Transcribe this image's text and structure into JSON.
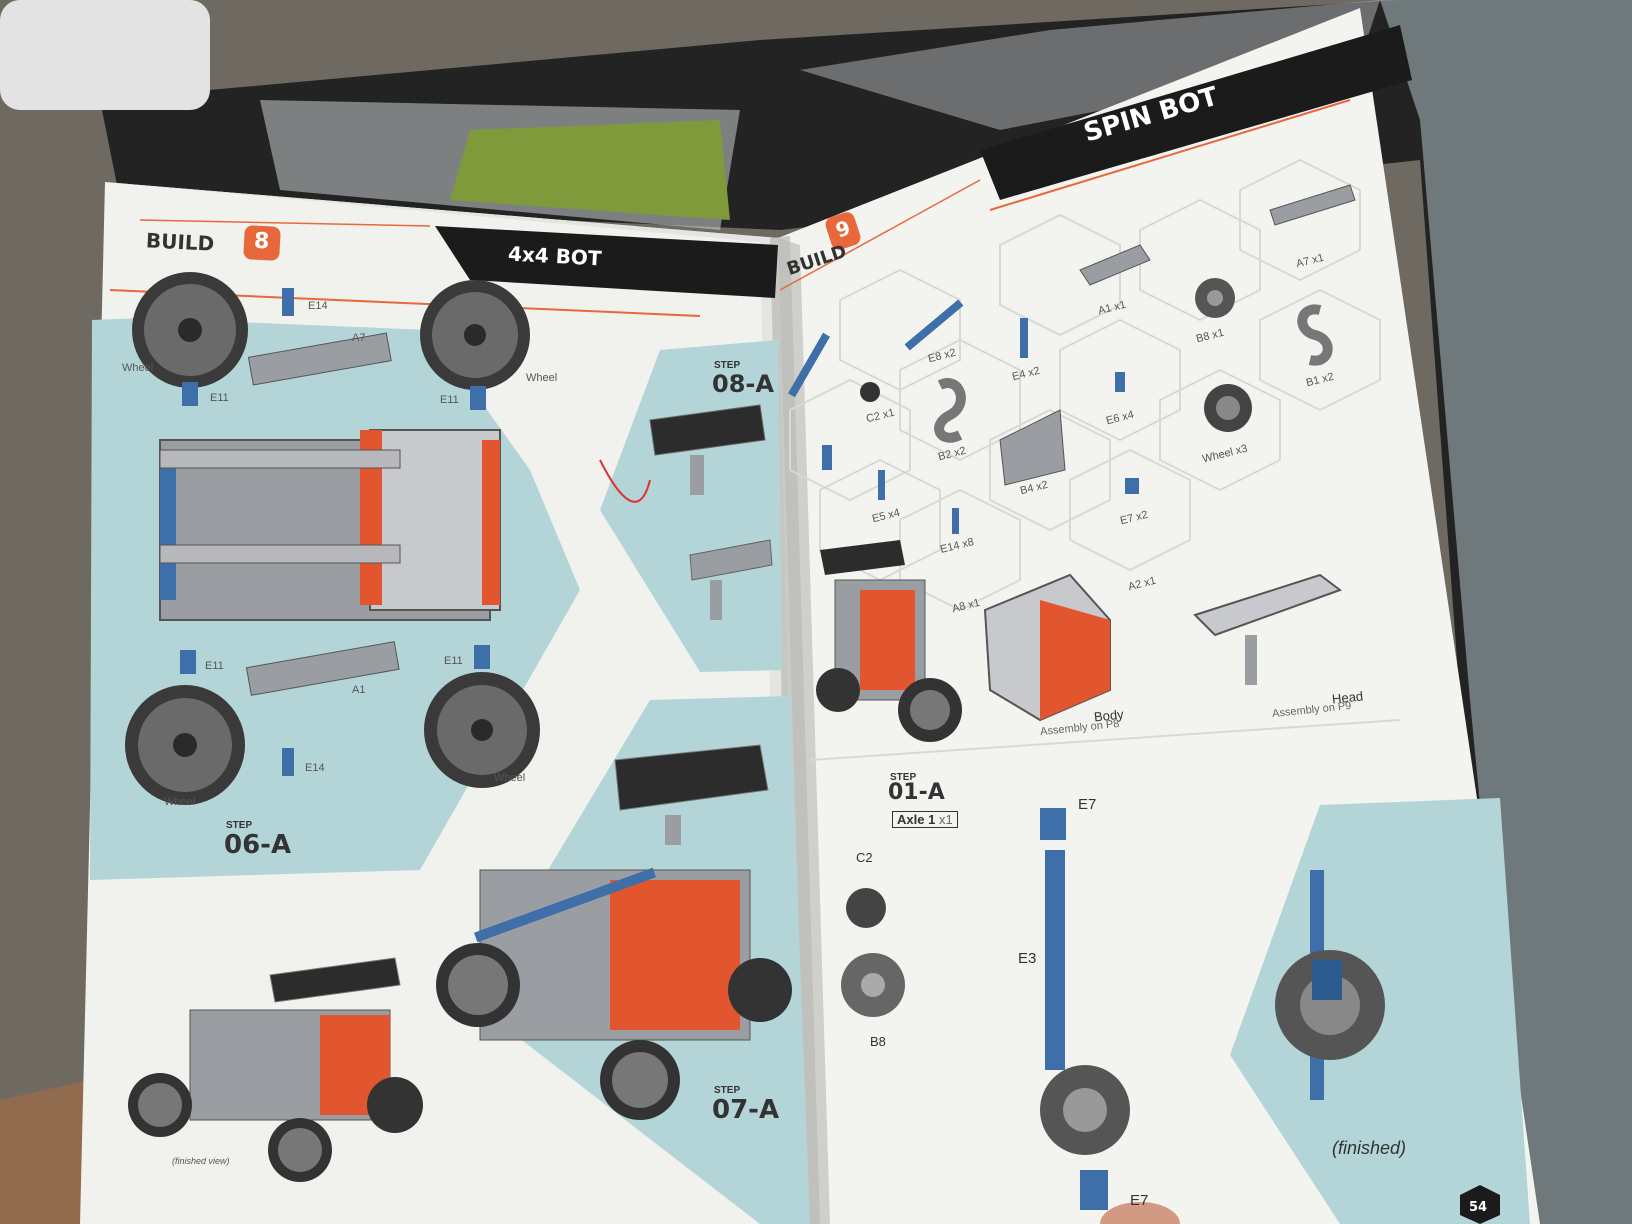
{
  "left_page": {
    "build_label": "BUILD",
    "build_number": "8",
    "title": "4x4 BOT",
    "parts": {
      "e14_top": "E14",
      "a7": "A7",
      "wheel_tl": "Wheel",
      "wheel_tr": "Wheel",
      "e11_tl": "E11",
      "e11_tr": "E11",
      "e11_bl": "E11",
      "e11_br": "E11",
      "a1": "A1",
      "e14_bottom": "E14",
      "wheel_bl": "Wheel",
      "wheel_br": "Wheel"
    },
    "step_06a": {
      "step": "STEP",
      "number": "06-A"
    },
    "step_07a": {
      "step": "STEP",
      "number": "07-A"
    },
    "step_08a": {
      "step": "STEP",
      "number": "08-A"
    },
    "finished_view": "(finished view)"
  },
  "right_page": {
    "build_label": "BUILD",
    "build_number": "9",
    "title": "SPIN BOT",
    "parts": [
      {
        "label": "E8",
        "qty": "x2"
      },
      {
        "label": "A1",
        "qty": "x1"
      },
      {
        "label": "A7",
        "qty": "x1"
      },
      {
        "label": "E4",
        "qty": "x2"
      },
      {
        "label": "B8",
        "qty": "x1"
      },
      {
        "label": "C2",
        "qty": "x1"
      },
      {
        "label": "B2",
        "qty": "x2"
      },
      {
        "label": "E6",
        "qty": "x4"
      },
      {
        "label": "B1",
        "qty": "x2"
      },
      {
        "label": "B4",
        "qty": "x2"
      },
      {
        "label": "Wheel",
        "qty": "x3"
      },
      {
        "label": "E5",
        "qty": "x4"
      },
      {
        "label": "E7",
        "qty": "x2"
      },
      {
        "label": "E14",
        "qty": "x8"
      },
      {
        "label": "A8",
        "qty": "x1"
      },
      {
        "label": "A2",
        "qty": "x1"
      }
    ],
    "body_label": "Body",
    "body_sub": "Assembly on P8",
    "head_label": "Head",
    "head_sub": "Assembly on P9",
    "step_01a": {
      "step": "STEP",
      "number": "01-A",
      "axle": "Axle 1",
      "axle_qty": "x1"
    },
    "assembly_parts": {
      "c2": "C2",
      "b8": "B8",
      "e7_top": "E7",
      "e3": "E3",
      "e7_bottom": "E7"
    },
    "finished": "(finished)",
    "page_number": "54"
  },
  "colors": {
    "page": "#f1f2ee",
    "teal_panel": "#b3d5d8",
    "header_black": "#1b1b1b",
    "accent_orange": "#e8683c",
    "part_gray": "#8c8f93",
    "part_blue": "#3e6fa8",
    "part_red": "#e2562f"
  }
}
